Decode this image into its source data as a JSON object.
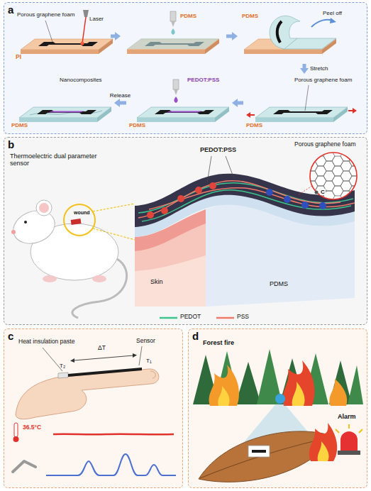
{
  "diagram": {
    "nodes": [
      {
        "text": [
          "a"
        ]
      },
      {
        "text": [
          "Porous graphene foam",
          "Laser",
          "PI"
        ],
        "in": 0
      },
      {
        "text": [
          "PDMS"
        ],
        "in": 0
      },
      {
        "text": [
          "PDMS",
          "Peel off"
        ],
        "in": 0
      },
      {
        "text": [
          "Porous graphene foam",
          "PDMS"
        ],
        "in": 0
      },
      {
        "text": [
          "PEDOT:PSS",
          "PDMS"
        ],
        "in": 0
      },
      {
        "text": [
          "Nanocomposites",
          "PDMS"
        ],
        "in": 0
      },
      {
        "text": [
          "b"
        ]
      },
      {
        "text": [
          "c"
        ]
      },
      {
        "text": [
          "d"
        ]
      }
    ],
    "edges": [
      {
        "from": 1,
        "to": 2,
        "arrow": "to"
      },
      {
        "from": 2,
        "to": 3,
        "arrow": "to"
      },
      {
        "from": 3,
        "to": 4,
        "label": "Stretch",
        "arrow": "to"
      },
      {
        "from": 4,
        "to": 5,
        "arrow": "to"
      },
      {
        "from": 5,
        "to": 6,
        "label": "Release",
        "arrow": "to"
      }
    ],
    "labels": [
      "Thermoelectric dual parameter sensor",
      "wound",
      "PEDOT:PSS",
      "Porous graphene foam",
      "C",
      "Skin",
      "PDMS",
      "Heat insulation paste",
      "ΔT",
      "T₂",
      "T₁",
      "Sensor",
      "36.5°C",
      "Forest fire",
      "Alarm"
    ],
    "legend": [
      {
        "text": "PEDOT"
      },
      {
        "text": "PSS"
      }
    ]
  }
}
